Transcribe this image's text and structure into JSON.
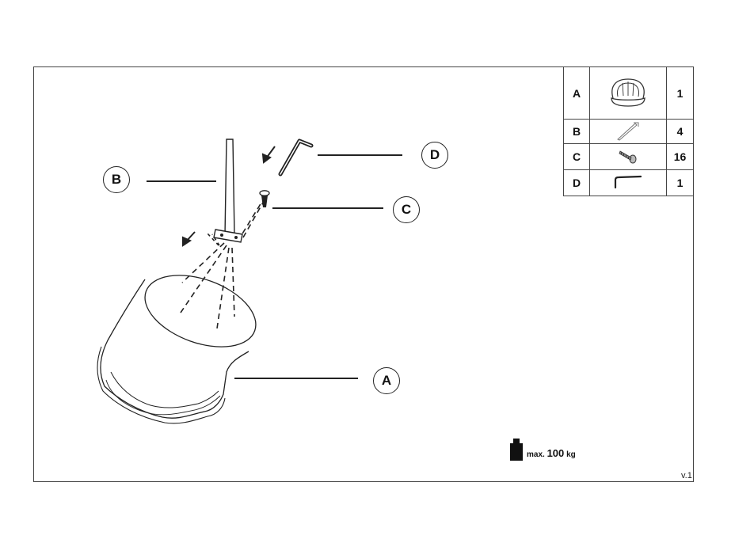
{
  "callouts": {
    "a": "A",
    "b": "B",
    "c": "C",
    "d": "D"
  },
  "parts_table": {
    "rows": [
      {
        "label": "A",
        "icon": "armchair-icon",
        "qty": "1"
      },
      {
        "label": "B",
        "icon": "leg-icon",
        "qty": "4"
      },
      {
        "label": "C",
        "icon": "screw-icon",
        "qty": "16"
      },
      {
        "label": "D",
        "icon": "allen-key-icon",
        "qty": "1"
      }
    ]
  },
  "weight": {
    "prefix": "max.",
    "value": "100",
    "unit": "kg",
    "icon": "weight-icon"
  },
  "version": "v.1"
}
